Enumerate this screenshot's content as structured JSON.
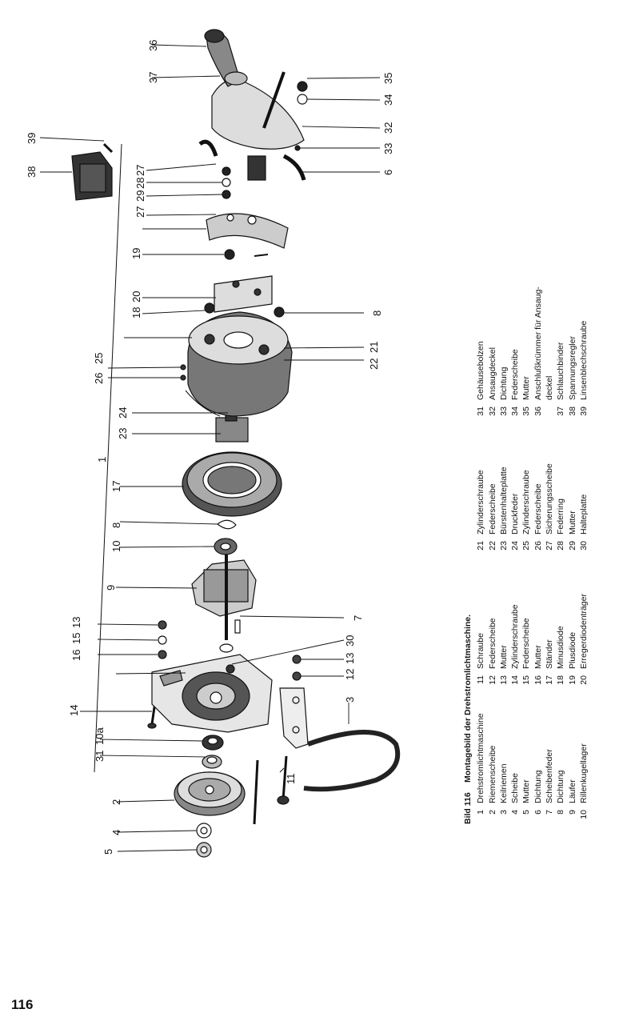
{
  "page_number": "116",
  "figure": {
    "label": "Bild 116",
    "title": "Montagebild der Drehstromlichtmaschine."
  },
  "legend": {
    "col1": [
      {
        "num": "1",
        "text": "Drehstromlichtmaschine"
      },
      {
        "num": "2",
        "text": "Riemenscheibe"
      },
      {
        "num": "3",
        "text": "Keilriemen"
      },
      {
        "num": "4",
        "text": "Scheibe"
      },
      {
        "num": "5",
        "text": "Mutter"
      },
      {
        "num": "6",
        "text": "Dichtung"
      },
      {
        "num": "7",
        "text": "Scheibenfeder"
      },
      {
        "num": "8",
        "text": "Dichtung"
      },
      {
        "num": "9",
        "text": "Läufer"
      },
      {
        "num": "10",
        "text": "Rillenkugellager"
      }
    ],
    "col2": [
      {
        "num": "11",
        "text": "Schraube"
      },
      {
        "num": "12",
        "text": "Federscheibe"
      },
      {
        "num": "13",
        "text": "Mutter"
      },
      {
        "num": "14",
        "text": "Zylinderschraube"
      },
      {
        "num": "15",
        "text": "Federscheibe"
      },
      {
        "num": "16",
        "text": "Mutter"
      },
      {
        "num": "17",
        "text": "Ständer"
      },
      {
        "num": "18",
        "text": "Minusdiode"
      },
      {
        "num": "19",
        "text": "Plusdiode"
      },
      {
        "num": "20",
        "text": "Erregerdiodenträger"
      }
    ],
    "col3": [
      {
        "num": "21",
        "text": "Zylinderschraube"
      },
      {
        "num": "22",
        "text": "Federscheibe"
      },
      {
        "num": "23",
        "text": "Bürstenhalteplatte"
      },
      {
        "num": "24",
        "text": "Druckfeder"
      },
      {
        "num": "25",
        "text": "Zylinderschraube"
      },
      {
        "num": "26",
        "text": "Federscheibe"
      },
      {
        "num": "27",
        "text": "Sicherungsscheibe"
      },
      {
        "num": "28",
        "text": "Federring"
      },
      {
        "num": "29",
        "text": "Mutter"
      },
      {
        "num": "30",
        "text": "Halteplatte"
      }
    ],
    "col4": [
      {
        "num": "31",
        "text": "Gehäusebolzen"
      },
      {
        "num": "32",
        "text": "Ansaugdeckel"
      },
      {
        "num": "33",
        "text": "Dichtung"
      },
      {
        "num": "34",
        "text": "Federscheibe"
      },
      {
        "num": "35",
        "text": "Mutter"
      },
      {
        "num": "36",
        "text": "Anschlußkrümmer für Ansaug-"
      },
      {
        "num": "",
        "text": "deckel"
      },
      {
        "num": "37",
        "text": "Schlauchbinder"
      },
      {
        "num": "38",
        "text": "Spannungsregler"
      },
      {
        "num": "39",
        "text": "Linsenblechschraube"
      }
    ]
  },
  "callouts": {
    "c1": "1",
    "c2": "2",
    "c3": "3",
    "c4": "4",
    "c5": "5",
    "c6": "6",
    "c7": "7",
    "c8a": "8",
    "c8b": "8",
    "c9": "9",
    "c10": "10",
    "c10a": "10a",
    "c11": "11",
    "c12": "12",
    "c13a": "13",
    "c13b": "13",
    "c14": "14",
    "c15": "15",
    "c16": "16",
    "c17": "17",
    "c18": "18",
    "c19": "19",
    "c20": "20",
    "c21": "21",
    "c22": "22",
    "c23": "23",
    "c24": "24",
    "c25": "25",
    "c26": "26",
    "c27a": "27",
    "c27b": "27",
    "c28": "28",
    "c29": "29",
    "c30": "30",
    "c31": "31",
    "c32": "32",
    "c33": "33",
    "c34": "34",
    "c35": "35",
    "c36": "36",
    "c37": "37",
    "c38": "38",
    "c39": "39"
  }
}
